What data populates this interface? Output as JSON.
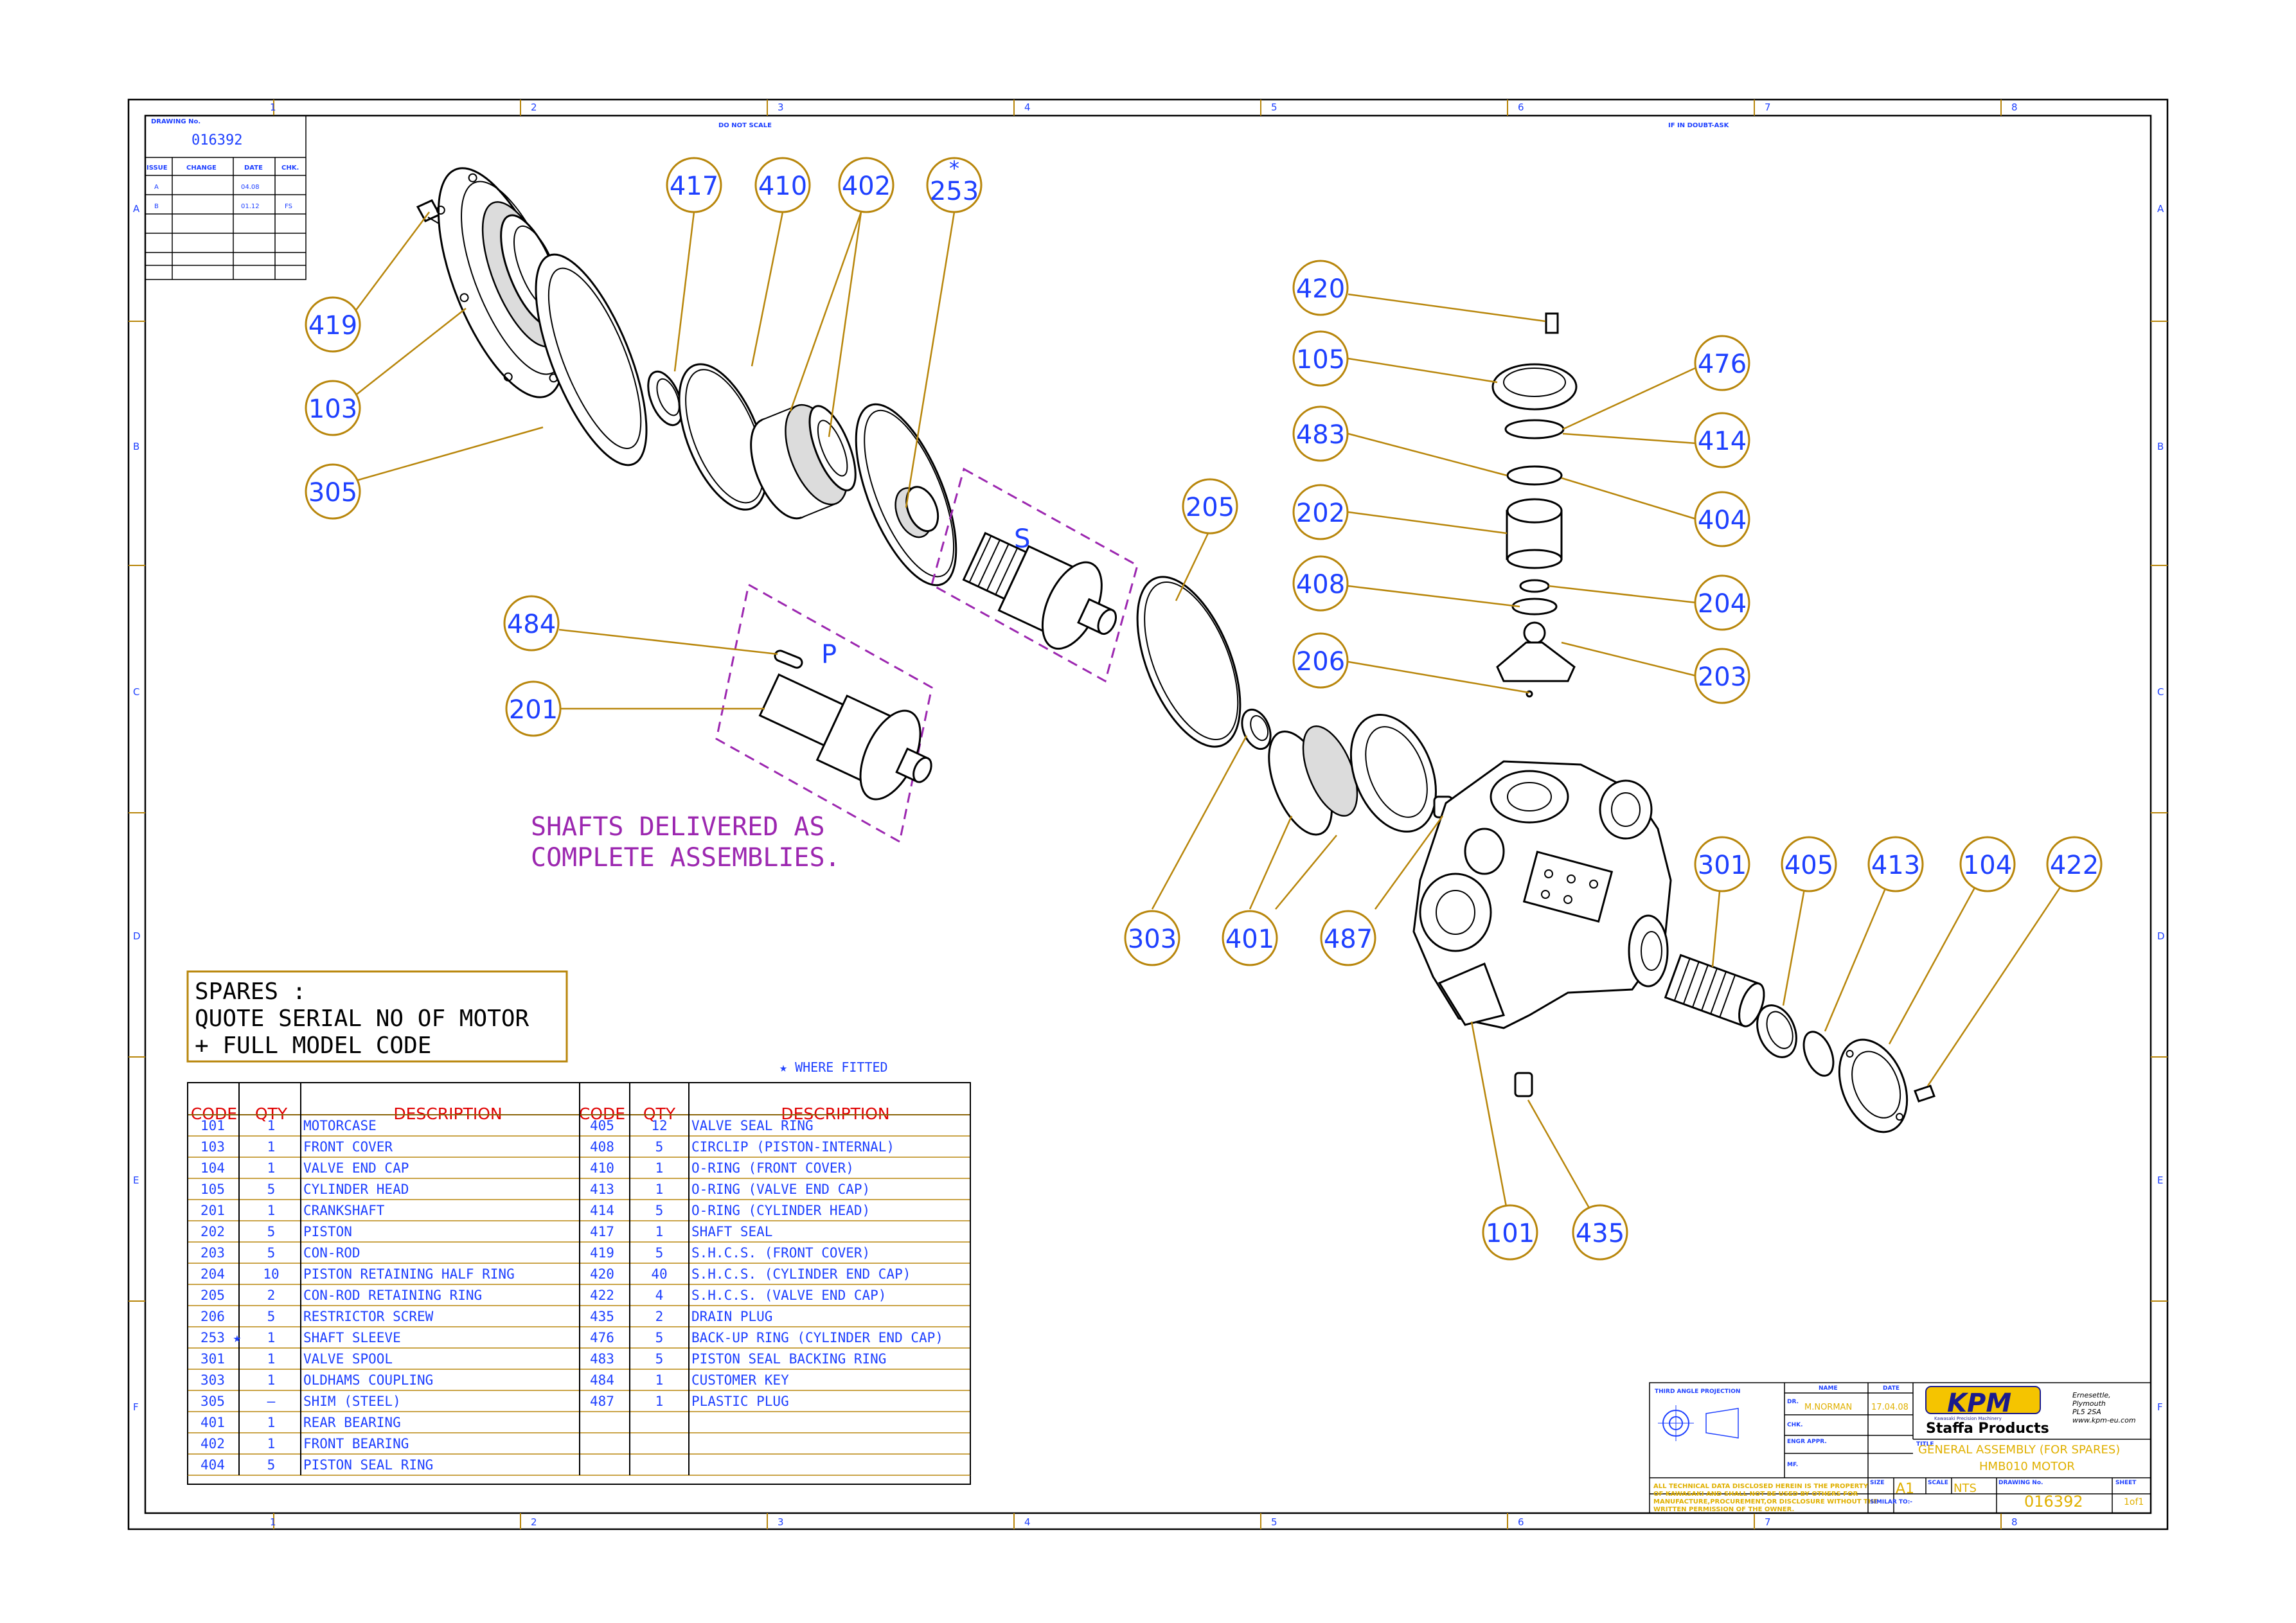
{
  "sheet": {
    "zone_columns": [
      "1",
      "2",
      "3",
      "4",
      "5",
      "6",
      "7",
      "8"
    ],
    "zone_rows": [
      "A",
      "B",
      "C",
      "D",
      "E",
      "F"
    ],
    "do_not_scale": "DO NOT SCALE",
    "if_in_doubt": "IF IN DOUBT-ASK"
  },
  "revision_block": {
    "drawing_no_label": "DRAWING No.",
    "drawing_no": "016392",
    "headers": [
      "ISSUE",
      "CHANGE",
      "DATE",
      "CHK."
    ],
    "rows": [
      {
        "issue": "A",
        "change": "",
        "date": "04.08",
        "chk": ""
      },
      {
        "issue": "B",
        "change": "",
        "date": "01.12",
        "chk": "FS"
      }
    ]
  },
  "balloons": {
    "b417": "417",
    "b410": "410",
    "b402": "402",
    "b253": "253",
    "b253_mark": "*",
    "b419": "419",
    "b103": "103",
    "b305": "305",
    "b420": "420",
    "b105": "105",
    "b476": "476",
    "b483": "483",
    "b414": "414",
    "b202": "202",
    "b404": "404",
    "b408": "408",
    "b204": "204",
    "b206": "206",
    "b203": "203",
    "b205": "205",
    "b484": "484",
    "b201": "201",
    "b303": "303",
    "b401": "401",
    "b487": "487",
    "b301": "301",
    "b405": "405",
    "b413": "413",
    "b104": "104",
    "b422": "422",
    "b101": "101",
    "b435": "435"
  },
  "shaft_tags": {
    "s": "S",
    "p": "P"
  },
  "notes": {
    "shafts_line1": "SHAFTS DELIVERED AS",
    "shafts_line2": "COMPLETE ASSEMBLIES.",
    "spares_line1": "SPARES :",
    "spares_line2": "QUOTE SERIAL NO OF MOTOR",
    "spares_line3": "+ FULL MODEL CODE",
    "where_fitted": "★ WHERE FITTED"
  },
  "bom": {
    "headers": {
      "code": "CODE",
      "qty": "QTY",
      "description": "DESCRIPTION"
    },
    "left": [
      {
        "code": "101",
        "qty": "1",
        "desc": "MOTORCASE"
      },
      {
        "code": "103",
        "qty": "1",
        "desc": "FRONT COVER"
      },
      {
        "code": "104",
        "qty": "1",
        "desc": "VALVE END CAP"
      },
      {
        "code": "105",
        "qty": "5",
        "desc": "CYLINDER HEAD"
      },
      {
        "code": "201",
        "qty": "1",
        "desc": "CRANKSHAFT"
      },
      {
        "code": "202",
        "qty": "5",
        "desc": "PISTON"
      },
      {
        "code": "203",
        "qty": "5",
        "desc": "CON-ROD"
      },
      {
        "code": "204",
        "qty": "10",
        "desc": "PISTON RETAINING HALF RING"
      },
      {
        "code": "205",
        "qty": "2",
        "desc": "CON-ROD RETAINING RING"
      },
      {
        "code": "206",
        "qty": "5",
        "desc": "RESTRICTOR SCREW"
      },
      {
        "code": "253 ★",
        "qty": "1",
        "desc": "SHAFT SLEEVE"
      },
      {
        "code": "301",
        "qty": "1",
        "desc": "VALVE SPOOL"
      },
      {
        "code": "303",
        "qty": "1",
        "desc": "OLDHAMS COUPLING"
      },
      {
        "code": "305",
        "qty": "–",
        "desc": "SHIM (STEEL)"
      },
      {
        "code": "401",
        "qty": "1",
        "desc": "REAR BEARING"
      },
      {
        "code": "402",
        "qty": "1",
        "desc": "FRONT BEARING"
      },
      {
        "code": "404",
        "qty": "5",
        "desc": "PISTON SEAL RING"
      }
    ],
    "right": [
      {
        "code": "405",
        "qty": "12",
        "desc": "VALVE SEAL RING"
      },
      {
        "code": "408",
        "qty": "5",
        "desc": "CIRCLIP (PISTON-INTERNAL)"
      },
      {
        "code": "410",
        "qty": "1",
        "desc": "O-RING (FRONT COVER)"
      },
      {
        "code": "413",
        "qty": "1",
        "desc": "O-RING (VALVE END CAP)"
      },
      {
        "code": "414",
        "qty": "5",
        "desc": "O-RING (CYLINDER HEAD)"
      },
      {
        "code": "417",
        "qty": "1",
        "desc": "SHAFT SEAL"
      },
      {
        "code": "419",
        "qty": "5",
        "desc": "S.H.C.S. (FRONT COVER)"
      },
      {
        "code": "420",
        "qty": "40",
        "desc": "S.H.C.S. (CYLINDER END CAP)"
      },
      {
        "code": "422",
        "qty": "4",
        "desc": "S.H.C.S. (VALVE END CAP)"
      },
      {
        "code": "435",
        "qty": "2",
        "desc": "DRAIN PLUG"
      },
      {
        "code": "476",
        "qty": "5",
        "desc": "BACK-UP RING (CYLINDER END CAP)"
      },
      {
        "code": "483",
        "qty": "5",
        "desc": "PISTON SEAL BACKING RING"
      },
      {
        "code": "484",
        "qty": "1",
        "desc": "CUSTOMER KEY"
      },
      {
        "code": "487",
        "qty": "1",
        "desc": "PLASTIC PLUG"
      }
    ]
  },
  "title_block": {
    "projection": "THIRD ANGLE PROJECTION",
    "name_label": "NAME",
    "date_label": "DATE",
    "dr_label": "DR.",
    "drawn_by": "M.NORMAN",
    "drawn_date": "17.04.08",
    "chk_label": "CHK.",
    "engr_label": "ENGR APPR.",
    "mf_label": "MF.",
    "logo_text": "KPM",
    "logo_sub": "Kawasaki Precision Machinery",
    "company": "Staffa Products",
    "address_1": "Ernesettle,",
    "address_2": "Plymouth",
    "address_3": "PL5 2SA",
    "address_4": "www.kpm-eu.com",
    "title_label": "TITLE",
    "title_1": "GENERAL ASSEMBLY (FOR SPARES)",
    "title_2": "HMB010 MOTOR",
    "disclaimer_1": "ALL TECHNICAL DATA DISCLOSED HEREIN IS THE PROPERTY",
    "disclaimer_2": "OF KAWASAKI AND SHALL NOT BE USED BY OTHERS FOR",
    "disclaimer_3": "MANUFACTURE,PROCUREMENT,OR DISCLOSURE WITHOUT THE",
    "disclaimer_4": "WRITTEN PERMISSION OF THE OWNER.",
    "size_label": "SIZE",
    "size": "A1",
    "scale_label": "SCALE",
    "scale": "NTS",
    "similar_label": "SIMILAR TO:-",
    "drawing_no_label": "DRAWING No.",
    "drawing_no": "016392",
    "sheet_label": "SHEET",
    "sheet": "1of1"
  }
}
